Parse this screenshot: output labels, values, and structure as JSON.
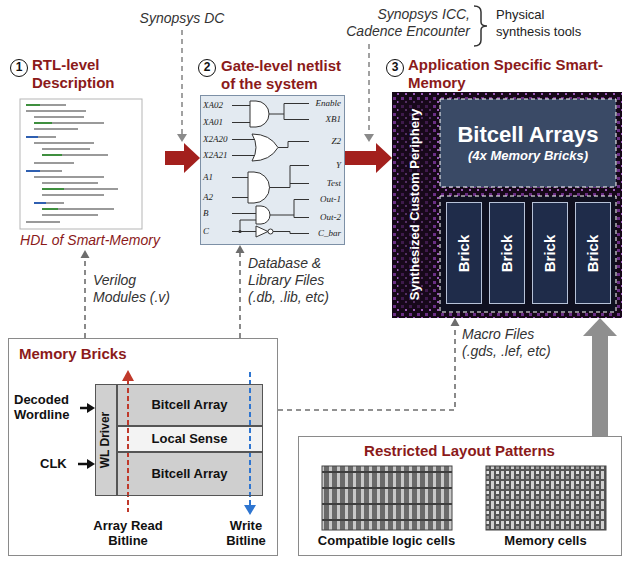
{
  "diagram": {
    "nodes": [
      {
        "text": [
          "RTL-level Description",
          "HDL of Smart-Memory"
        ]
      },
      {
        "text": [
          "Gate-level netlist of the system"
        ]
      },
      {
        "text": [
          "Application Specific Smart-Memory"
        ]
      },
      {
        "text": [
          "Synthesized Custom Periphery"
        ],
        "in": 2
      },
      {
        "text": [
          "Bitcell Arrays",
          "(4x Memory Bricks)"
        ],
        "in": 2
      },
      {
        "text": [
          "Brick"
        ],
        "in": 2
      },
      {
        "text": [
          "Brick"
        ],
        "in": 2
      },
      {
        "text": [
          "Brick"
        ],
        "in": 2
      },
      {
        "text": [
          "Brick"
        ],
        "in": 2
      },
      {
        "text": [
          "Memory Bricks"
        ]
      },
      {
        "text": [
          "WL Driver"
        ],
        "in": 9
      },
      {
        "text": [
          "Bitcell Array"
        ],
        "in": 9
      },
      {
        "text": [
          "Local Sense"
        ],
        "in": 9
      },
      {
        "text": [
          "Bitcell Array"
        ],
        "in": 9
      },
      {
        "text": [
          "Restricted Layout Patterns"
        ]
      },
      {
        "text": [
          "Compatible logic cells"
        ],
        "in": 14
      },
      {
        "text": [
          "Memory cells"
        ],
        "in": 14
      }
    ],
    "edges": [
      {
        "from": 0,
        "to": 1,
        "arrow": "to"
      },
      {
        "from": 1,
        "to": 2,
        "arrow": "to"
      },
      {
        "from": 9,
        "to": 0,
        "arrow": "to",
        "label": "Verilog Modules (.v)"
      },
      {
        "from": 9,
        "to": 1,
        "arrow": "to",
        "label": "Database & Library Files (.db, .lib, etc)"
      },
      {
        "from": 9,
        "to": 2,
        "arrow": "to",
        "label": "Macro Files (.gds, .lef, etc)"
      },
      {
        "from": 14,
        "to": 2,
        "arrow": "to"
      }
    ],
    "labels": [
      "Synopsys DC",
      "Synopsys ICC, Cadence Encounter",
      "Physical synthesis tools",
      "1",
      "2",
      "3",
      "XA02",
      "XA01",
      "X2A20",
      "X2A21",
      "A1",
      "A2",
      "B",
      "C",
      "Enable",
      "XB1",
      "Z2",
      "Y",
      "Test",
      "Out-1",
      "Out-2",
      "C_bar",
      "Decoded Wordline",
      "CLK",
      "Array Read Bitline",
      "Write Bitline"
    ]
  }
}
